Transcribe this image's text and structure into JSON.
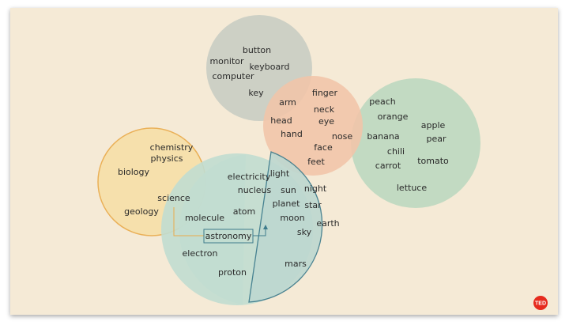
{
  "colors": {
    "background": "#f5ead6",
    "computer_cluster": "#c9cdc3",
    "body_cluster": "#f1c4a8",
    "food_cluster": "#bcd8c0",
    "science_cluster": "#f7dfa8",
    "science_cluster_stroke": "#e9aa4a",
    "physics_cluster": "#c1ddd0",
    "astronomy_cluster": "#bed8d0",
    "astronomy_cluster_stroke": "#3d7b8c",
    "ted_badge": "#e62b1e"
  },
  "clusters": {
    "computer": [
      "button",
      "monitor",
      "keyboard",
      "computer",
      "key"
    ],
    "body": [
      "finger",
      "arm",
      "neck",
      "head",
      "eye",
      "hand",
      "nose",
      "face",
      "feet"
    ],
    "food": [
      "peach",
      "orange",
      "apple",
      "banana",
      "pear",
      "chili",
      "carrot",
      "tomato",
      "lettuce"
    ],
    "science": [
      "chemistry",
      "physics",
      "biology",
      "science",
      "geology"
    ],
    "physics": [
      "electricity",
      "nucleus",
      "atom",
      "molecule",
      "electron",
      "proton"
    ],
    "astronomy": [
      "light",
      "sun",
      "night",
      "planet",
      "star",
      "moon",
      "earth",
      "sky",
      "mars"
    ]
  },
  "astronomy_box": {
    "label": "astronomy"
  },
  "logo": {
    "text": "TED"
  }
}
